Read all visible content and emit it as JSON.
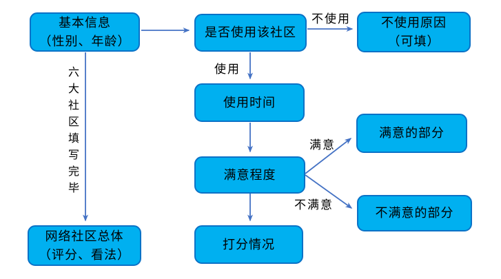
{
  "diagram": {
    "title": "community-survey-flowchart",
    "colors": {
      "node_fill": "#00B0F0",
      "node_border": "#0a72c7",
      "arrow": "#4472C4",
      "text": "#000000",
      "background": "#ffffff"
    },
    "nodes": {
      "basic_info": {
        "line1": "基本信息",
        "line2": "（性别、年龄）"
      },
      "use_community": {
        "label": "是否使用该社区"
      },
      "not_use_reason": {
        "line1": "不使用原因",
        "line2": "（可填）"
      },
      "usage_time": {
        "label": "使用时间"
      },
      "satisfaction": {
        "label": "满意程度"
      },
      "scoring": {
        "label": "打分情况"
      },
      "satisfied_part": {
        "label": "满意的部分"
      },
      "unsatisfied_part": {
        "label": "不满意的部分"
      },
      "overall": {
        "line1": "网络社区总体",
        "line2": "（评分、看法）"
      }
    },
    "edge_labels": {
      "not_use": "不使用",
      "use": "使用",
      "satisfied": "满意",
      "unsatisfied": "不满意",
      "six_communities_done": "六大社区填写完毕"
    }
  }
}
